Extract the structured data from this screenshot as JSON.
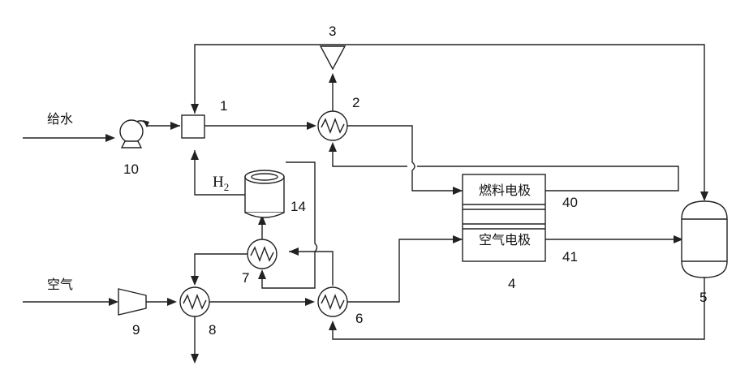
{
  "inputs": {
    "feedwater": "给水",
    "air": "空气"
  },
  "hydrogen": {
    "symbol": "H",
    "subscript": "2"
  },
  "fuel_cell": {
    "fuel_electrode": "燃料电极",
    "air_electrode": "空气电极"
  },
  "labels": {
    "mixer": "1",
    "heat_exchanger_2": "2",
    "turbine": "3",
    "fuel_cell": "4",
    "separator": "5",
    "heat_exchanger_6": "6",
    "heat_exchanger_7": "7",
    "heat_exchanger_8": "8",
    "compressor": "9",
    "pump": "10",
    "hydrogen_tank": "14",
    "fuel_electrode": "40",
    "air_electrode": "41"
  }
}
